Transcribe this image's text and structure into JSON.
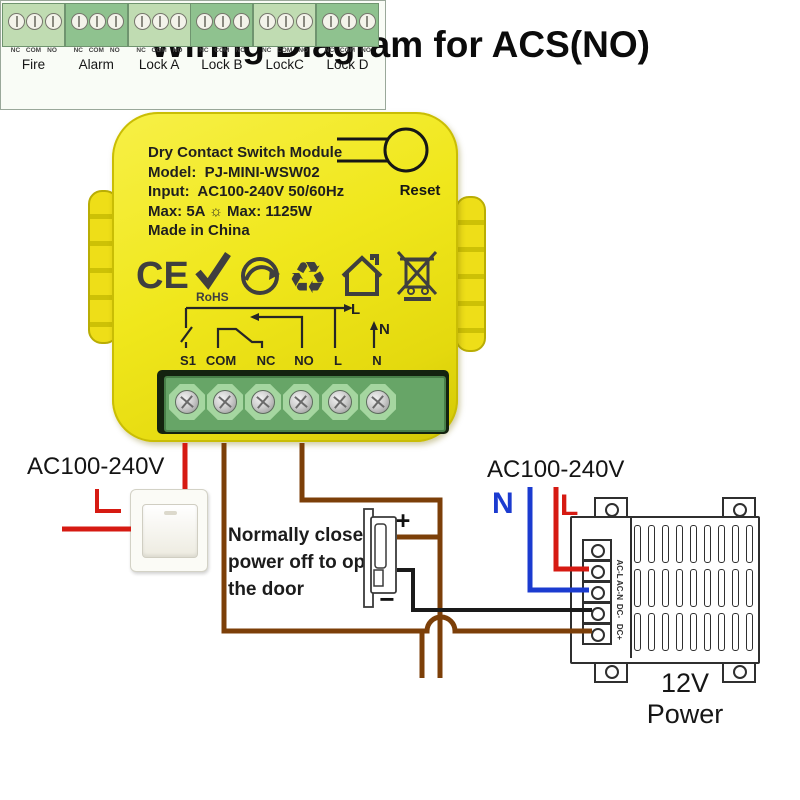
{
  "title": "Wiring Diagram for ACS(NO)",
  "module": {
    "lines": [
      "Dry Contact Switch Module",
      "Model:  PJ-MINI-WSW02",
      "Input:  AC100-240V 50/60Hz",
      "Max: 5A ☼ Max: 1125W",
      "Made in China"
    ],
    "reset_label": "Reset",
    "cert": {
      "ce": "CE",
      "rohs": "RoHS"
    },
    "circuit": {
      "terminals": [
        "S1",
        "COM",
        "NC",
        "NO",
        "L",
        "N"
      ],
      "top_wire_label": "L",
      "neutral_wire_label": "N"
    }
  },
  "left_supply": {
    "label": "AC100-240V",
    "live_marker": "L"
  },
  "right_supply": {
    "label": "AC100-240V",
    "neutral_marker": "N",
    "live_marker": "L"
  },
  "door_lock": {
    "plus": "+",
    "minus": "−",
    "note_lines": [
      "Normally closed,",
      "power off to open",
      "the door"
    ]
  },
  "power_supply": {
    "terminal_labels": [
      "AC-L",
      "AC-N",
      "DC-",
      "DC+"
    ],
    "caption_lines": [
      "12V",
      "Power"
    ]
  },
  "relay_strip": {
    "contact_labels": [
      "NC",
      "COM",
      "NO"
    ],
    "groups": [
      "Fire",
      "Alarm",
      "Lock A",
      "Lock B",
      "LockC",
      "Lock D"
    ]
  },
  "colors": {
    "module_yellow": "#f0e71c",
    "wire_live": "#d61a12",
    "wire_neutral": "#1b3bd0",
    "wire_dc_brown": "#7c3f08",
    "wire_black": "#1a1a1a",
    "terminal_green": "#a5d6a0"
  }
}
